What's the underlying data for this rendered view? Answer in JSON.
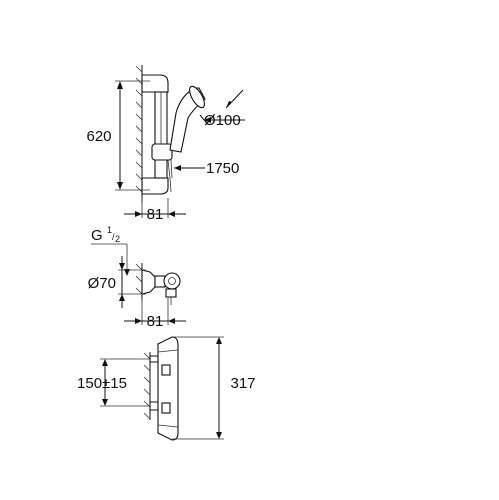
{
  "colors": {
    "line": "#111111",
    "background": "#ffffff"
  },
  "shower_set": {
    "height_label": "620",
    "handshower_diameter_label": "Ø100",
    "hose_length_label": "1750",
    "depth_label": "81"
  },
  "connection": {
    "thread_label_prefix": "G",
    "thread_label_numerator": "1",
    "thread_label_denominator": "2",
    "flange_diameter_label": "Ø70",
    "depth_label": "81"
  },
  "mixer": {
    "centers_label": "150±15",
    "height_label": "317"
  }
}
